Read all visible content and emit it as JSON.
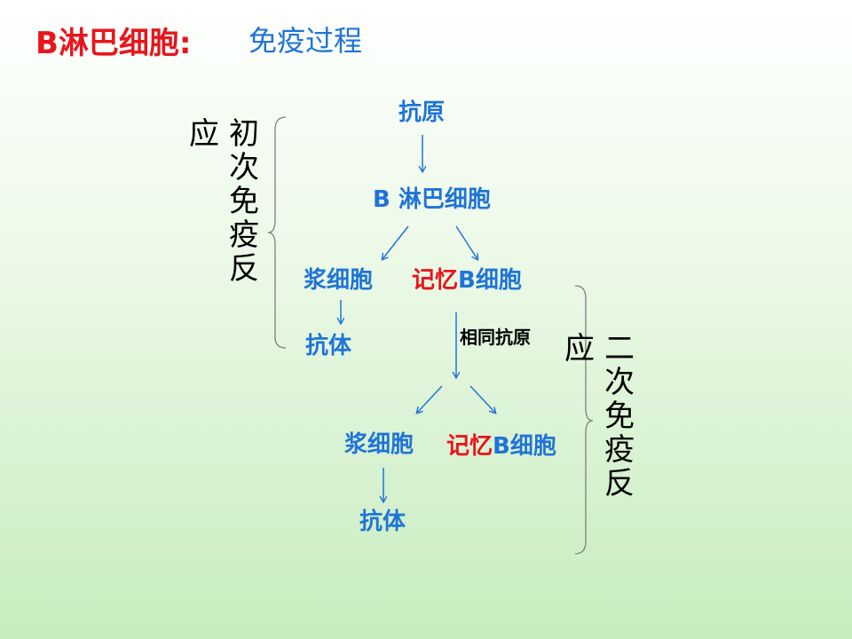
{
  "title": {
    "part1": "B淋巴细胞:",
    "part2": "免疫过程"
  },
  "nodes": {
    "antigen": "抗原",
    "b_cell": "B 淋巴细胞",
    "plasma_cell_1": "浆细胞",
    "memory_cell_1": {
      "part_red": "记忆",
      "part_blue": "B细胞"
    },
    "antibody_1": "抗体",
    "same_antigen": "相同抗原",
    "plasma_cell_2": "浆细胞",
    "memory_cell_2": {
      "part_red": "记忆",
      "part_blue": "B细胞"
    },
    "antibody_2": "抗体"
  },
  "labels": {
    "primary": {
      "side_char": "应",
      "vertical_chars": [
        "初",
        "次",
        "免",
        "疫",
        "反"
      ]
    },
    "secondary": {
      "side_char": "应",
      "vertical_chars": [
        "二",
        "次",
        "免",
        "疫",
        "反"
      ]
    }
  },
  "colors": {
    "title_red": "#e8151c",
    "node_blue": "#1f74d6",
    "memory_red": "#e8151c",
    "arrow_blue": "#1f74d6",
    "brace_gray": "#7f7f7f"
  }
}
